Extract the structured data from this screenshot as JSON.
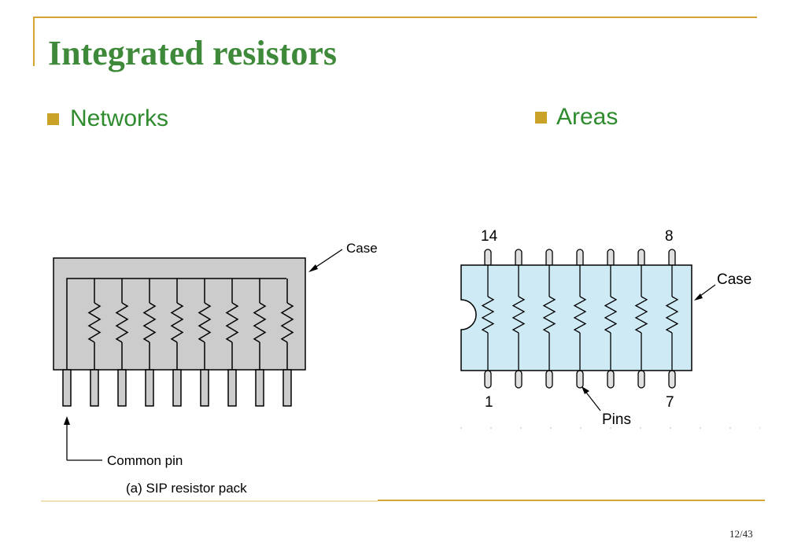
{
  "slide": {
    "title": "Integrated resistors",
    "page_number": "12/43",
    "colors": {
      "title": "#3f8a3a",
      "bullet_text": "#2e8b2e",
      "bullet_square": "#c9a227",
      "frame": "#d6a531",
      "sip_case": "#cccccc",
      "dip_case": "#cdeaf5"
    }
  },
  "bullets": [
    {
      "label": "Networks"
    },
    {
      "label": "Areas"
    }
  ],
  "sip_figure": {
    "case_label": "Case",
    "common_pin_label": "Common pin",
    "caption": "(a) SIP resistor pack",
    "resistor_count": 8,
    "pin_count": 9
  },
  "dip_figure": {
    "case_label": "Case",
    "pins_label": "Pins",
    "pin_labels": {
      "top_left": "14",
      "top_right": "8",
      "bottom_left": "1",
      "bottom_right": "7"
    },
    "resistor_count": 7
  }
}
